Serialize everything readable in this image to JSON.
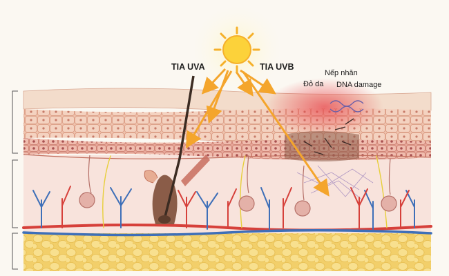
{
  "labels": {
    "uva": "TIA UVA",
    "uvb": "TIA UVB",
    "redness": "Đỏ da",
    "wrinkles": "Nếp nhăn",
    "dna": "DNA damage"
  },
  "colors": {
    "background": "#fbf8f2",
    "sun": "#fcd23a",
    "ray": "#f4a52c",
    "epidermis": "#eec4b0",
    "dermis": "#f8e3dc",
    "fat": "#f5d77a",
    "artery": "#d6403a",
    "vein": "#3e6fb8",
    "damage": "#e8474d"
  },
  "icons": [
    "sun-icon",
    "hair-follicle-icon",
    "sweat-gland-icon",
    "dna-helix-icon"
  ]
}
